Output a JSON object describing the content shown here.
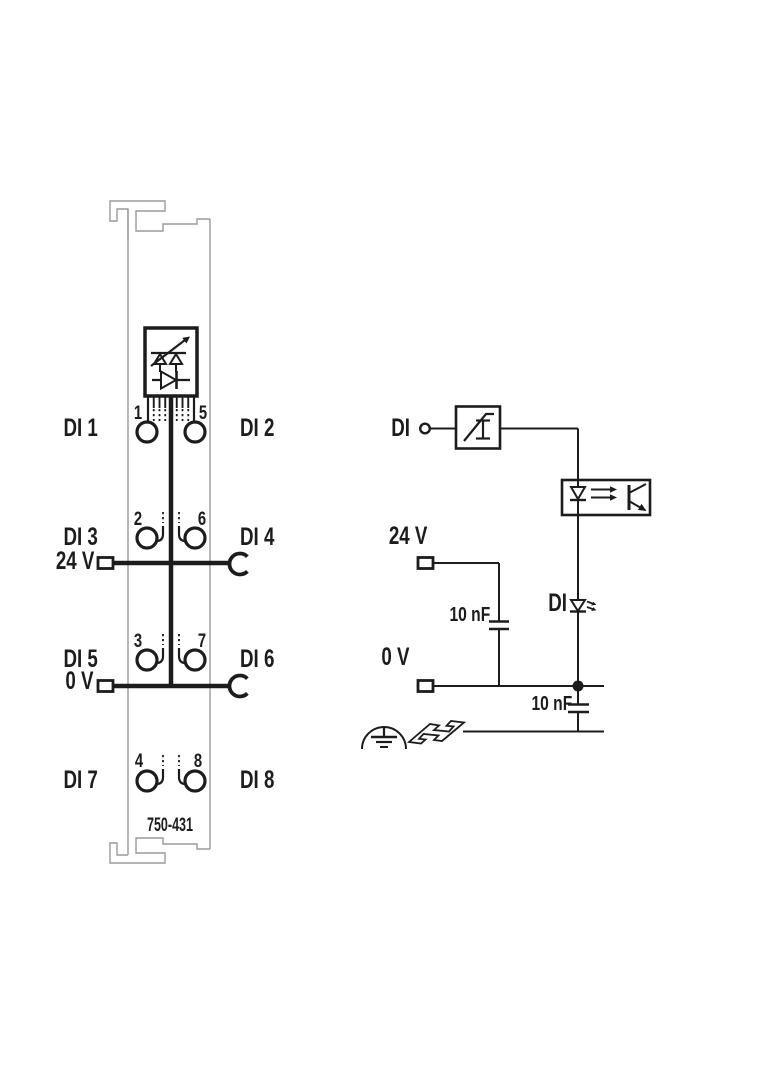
{
  "colors": {
    "ink": "#1c1c1c",
    "housing": "#9a9a9a"
  },
  "module": {
    "part_number": "750-431",
    "channels_left": [
      "DI 1",
      "DI 3",
      "DI 5",
      "DI 7"
    ],
    "channels_right": [
      "DI 2",
      "DI 4",
      "DI 6",
      "DI 8"
    ],
    "terminal_numbers": [
      "1",
      "5",
      "2",
      "6",
      "3",
      "7",
      "4",
      "8"
    ],
    "supply_label": "24 V",
    "ground_label": "0 V"
  },
  "circuit": {
    "input_label": "DI",
    "supply_label": "24 V",
    "zero_volt_label": "0 V",
    "filter_cap_label": "10 nF",
    "ground_cap_label": "10 nF",
    "status_led_label": "DI"
  }
}
